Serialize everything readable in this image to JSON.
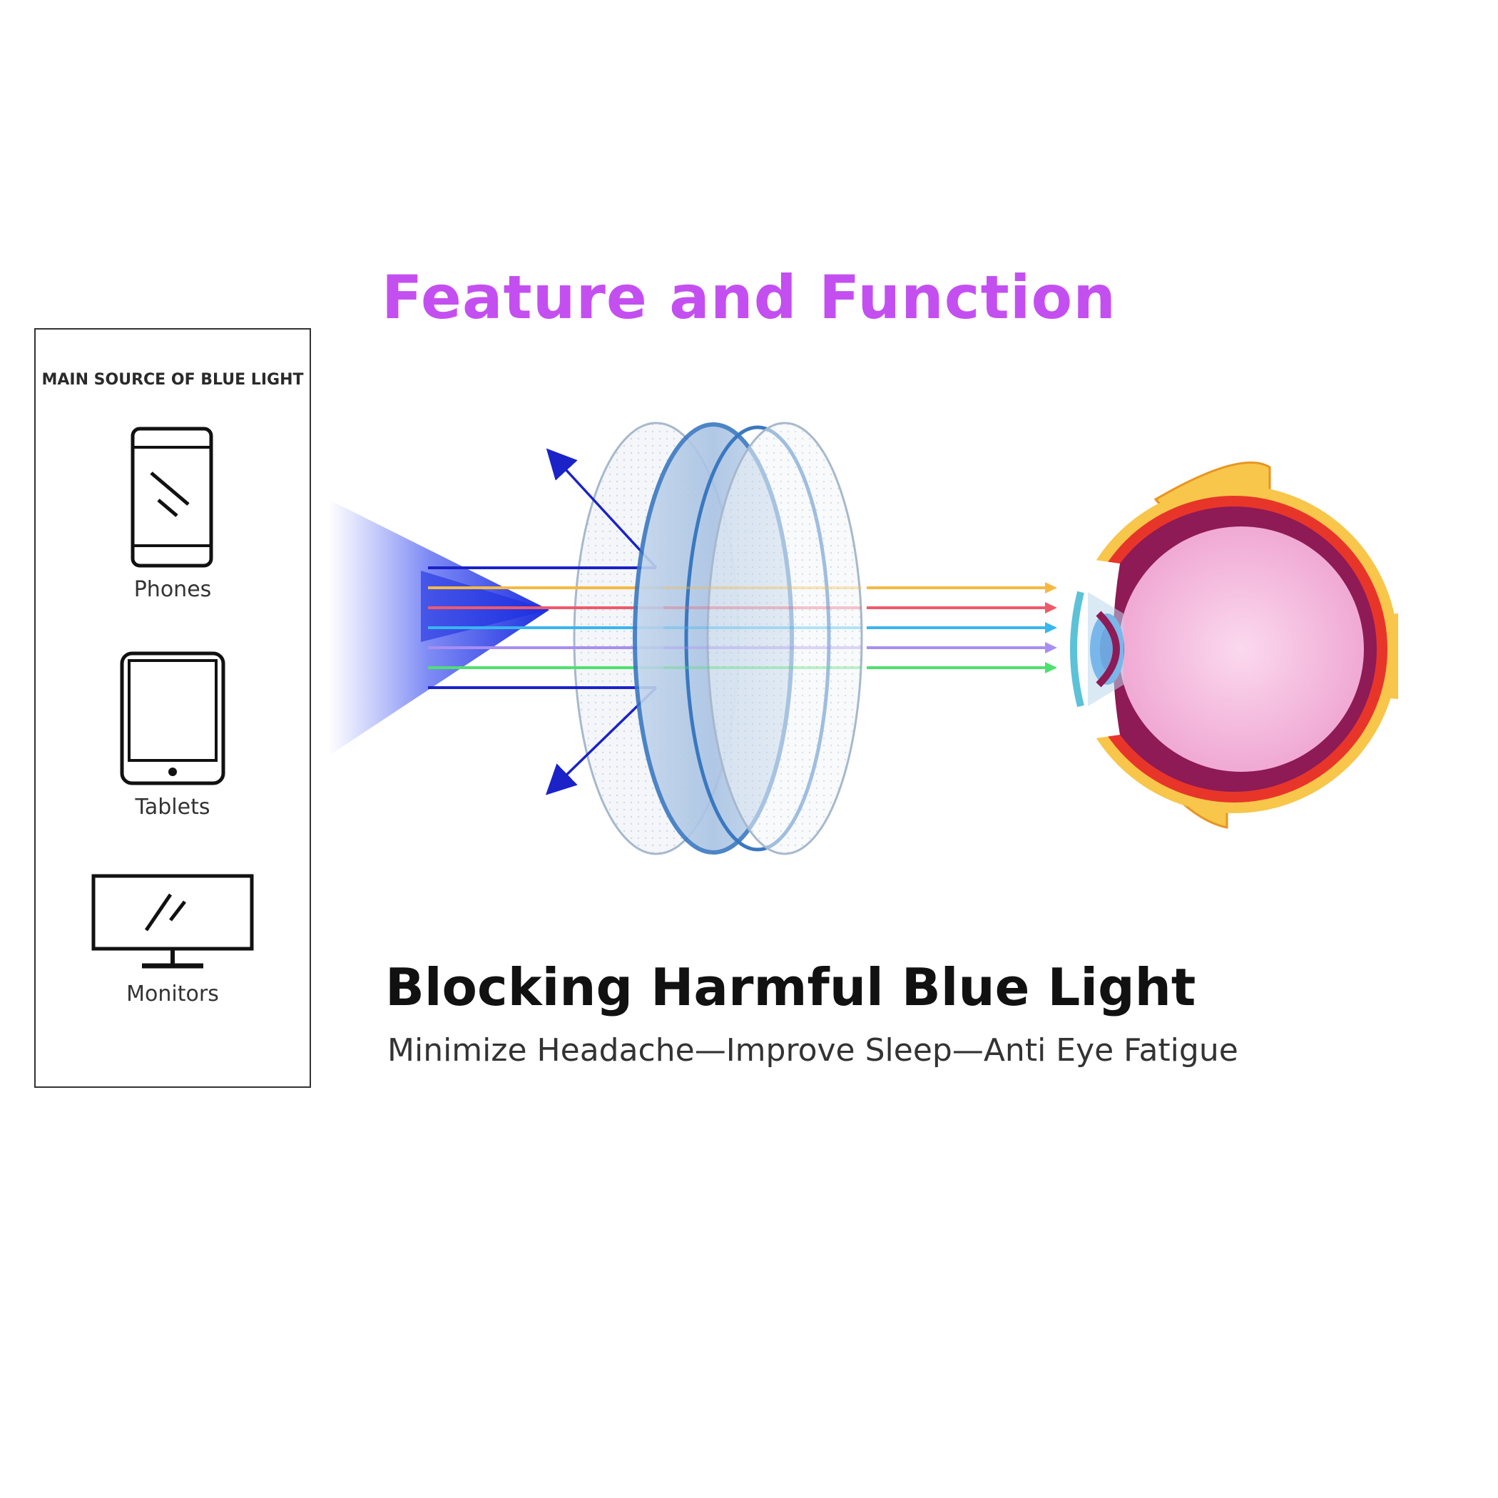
{
  "title": {
    "text": "Feature and Function",
    "color": "#c44ff0"
  },
  "source_panel": {
    "title": "MAIN SOURCE OF BLUE LIGHT",
    "devices": [
      {
        "label": "Phones",
        "icon": "phone-icon"
      },
      {
        "label": "Tablets",
        "icon": "tablet-icon"
      },
      {
        "label": "Monitors",
        "icon": "monitor-icon"
      }
    ]
  },
  "diagram": {
    "blue_light_color": "#1a22c8",
    "rays": [
      {
        "name": "blue",
        "color": "#1a22c8",
        "blocked": true
      },
      {
        "name": "orange",
        "color": "#f5b942",
        "blocked": false
      },
      {
        "name": "red",
        "color": "#ee5a6a",
        "blocked": false
      },
      {
        "name": "light-blue",
        "color": "#38b6ee",
        "blocked": false
      },
      {
        "name": "lavender",
        "color": "#a88ef0",
        "blocked": false
      },
      {
        "name": "green",
        "color": "#4ee06e",
        "blocked": false
      },
      {
        "name": "blue",
        "color": "#1a22c8",
        "blocked": true
      }
    ],
    "lens_color": "#3a78c0"
  },
  "headline": "Blocking Harmful Blue Light",
  "subline": "Minimize Headache—Improve Sleep—Anti Eye Fatigue"
}
